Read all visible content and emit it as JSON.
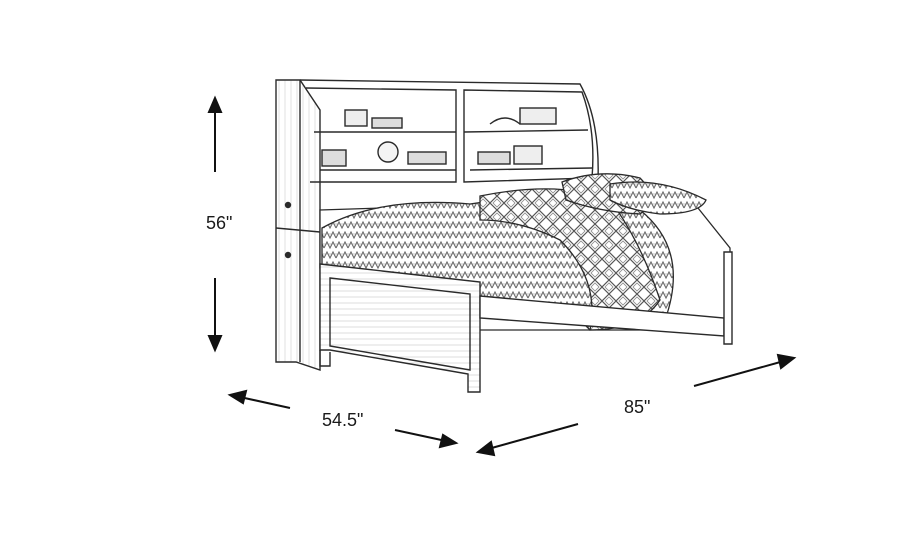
{
  "dimensions": {
    "height": "56\"",
    "width": "54.5\"",
    "length": "85\""
  },
  "colors": {
    "line": "#2a2a2a",
    "arrow": "#111111",
    "background": "#ffffff",
    "bedding_pattern": "#777777"
  },
  "illustration": "bookcase-daybed-line-drawing"
}
